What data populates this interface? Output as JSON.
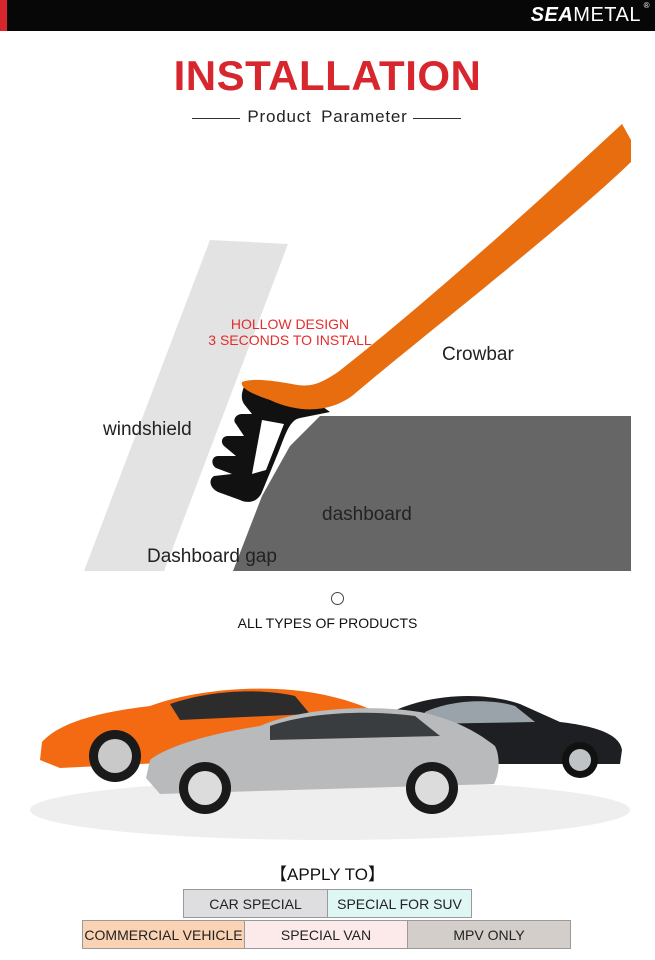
{
  "brand": {
    "sea": "SEA",
    "metal": "METAL",
    "reg": "®"
  },
  "header": {
    "title": "INSTALLATION",
    "subtitle": "Product Parameter"
  },
  "diagram": {
    "hollow_line1": "HOLLOW DESIGN",
    "hollow_line2": "3 SECONDS TO INSTALL",
    "crowbar": "Crowbar",
    "windshield": "windshield",
    "dashboard": "dashboard",
    "dashboard_gap": "Dashboard gap"
  },
  "products": {
    "all_types": "ALL TYPES OF PRODUCTS"
  },
  "apply": {
    "title": "【APPLY TO】",
    "row1": [
      "CAR SPECIAL",
      "SPECIAL FOR SUV"
    ],
    "row2": [
      "COMMERCIAL VEHICLE",
      "SPECIAL VAN",
      "MPV ONLY"
    ]
  },
  "colors": {
    "accent_red": "#d7262e",
    "crowbar_orange": "#e86d0f",
    "dashboard_grey": "#666666",
    "suv_cell": "#def6f4",
    "commercial_cell": "#fad2b4",
    "van_cell": "#fbeae9",
    "mpv_cell": "#d4ceca",
    "car_cell": "#dedde0"
  }
}
